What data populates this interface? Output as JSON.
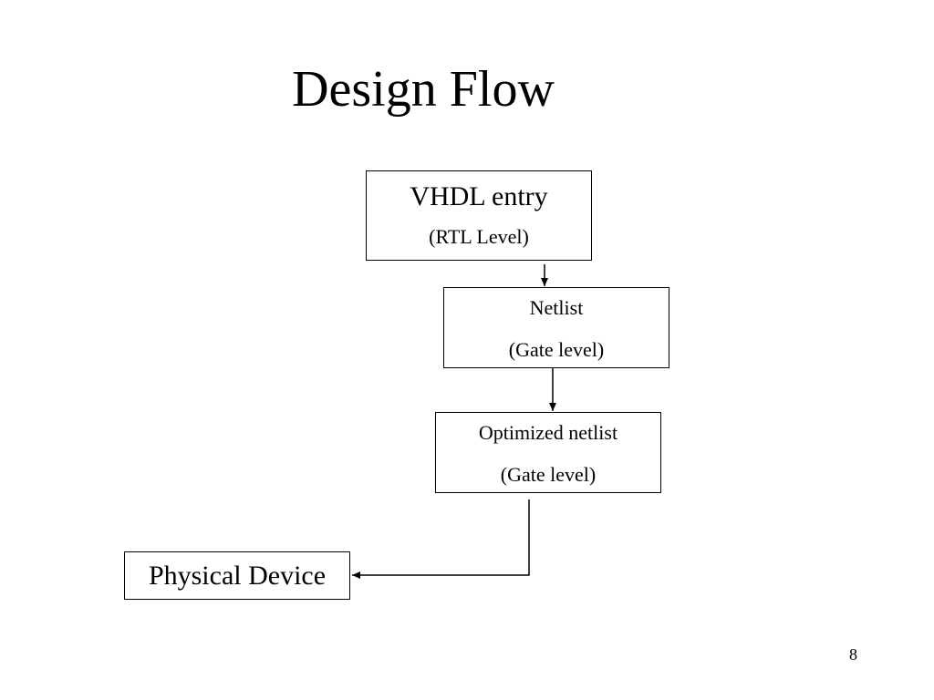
{
  "slide": {
    "title": "Design Flow",
    "page_number": "8"
  },
  "flow": {
    "nodes": [
      {
        "id": "vhdl-entry",
        "label": "VHDL entry",
        "sublabel": "(RTL Level)"
      },
      {
        "id": "netlist",
        "label": "Netlist",
        "sublabel": "(Gate level)"
      },
      {
        "id": "optimized-netlist",
        "label": "Optimized netlist",
        "sublabel": "(Gate level)"
      },
      {
        "id": "physical-device",
        "label": "Physical Device"
      }
    ],
    "edges": [
      {
        "from": "vhdl-entry",
        "to": "netlist"
      },
      {
        "from": "netlist",
        "to": "optimized-netlist"
      },
      {
        "from": "optimized-netlist",
        "to": "physical-device"
      }
    ]
  }
}
